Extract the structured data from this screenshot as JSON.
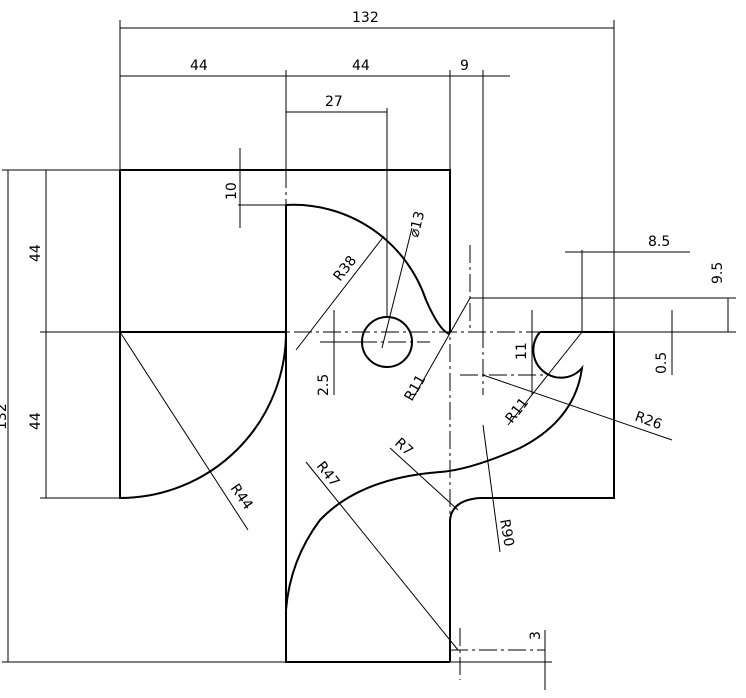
{
  "dimensions": {
    "overall_width": "132",
    "width_left": "44",
    "width_mid": "44",
    "width_gap": "9",
    "hole_offset_x": "27",
    "top_offset": "10",
    "height_upper": "44",
    "height_lower": "44",
    "overall_height": "132",
    "right_offset_x": "8.5",
    "right_offset_y": "9.5",
    "right_small_y": "0.5",
    "hole_offset_y": "2.5",
    "slot_height": "11",
    "bottom_offset": "3"
  },
  "radii": {
    "r38": "R38",
    "d13": "⌀13",
    "r11_left": "R11",
    "r11_right": "R11",
    "r26": "R26",
    "r7": "R7",
    "r47": "R47",
    "r90": "R90",
    "r44": "R44"
  }
}
